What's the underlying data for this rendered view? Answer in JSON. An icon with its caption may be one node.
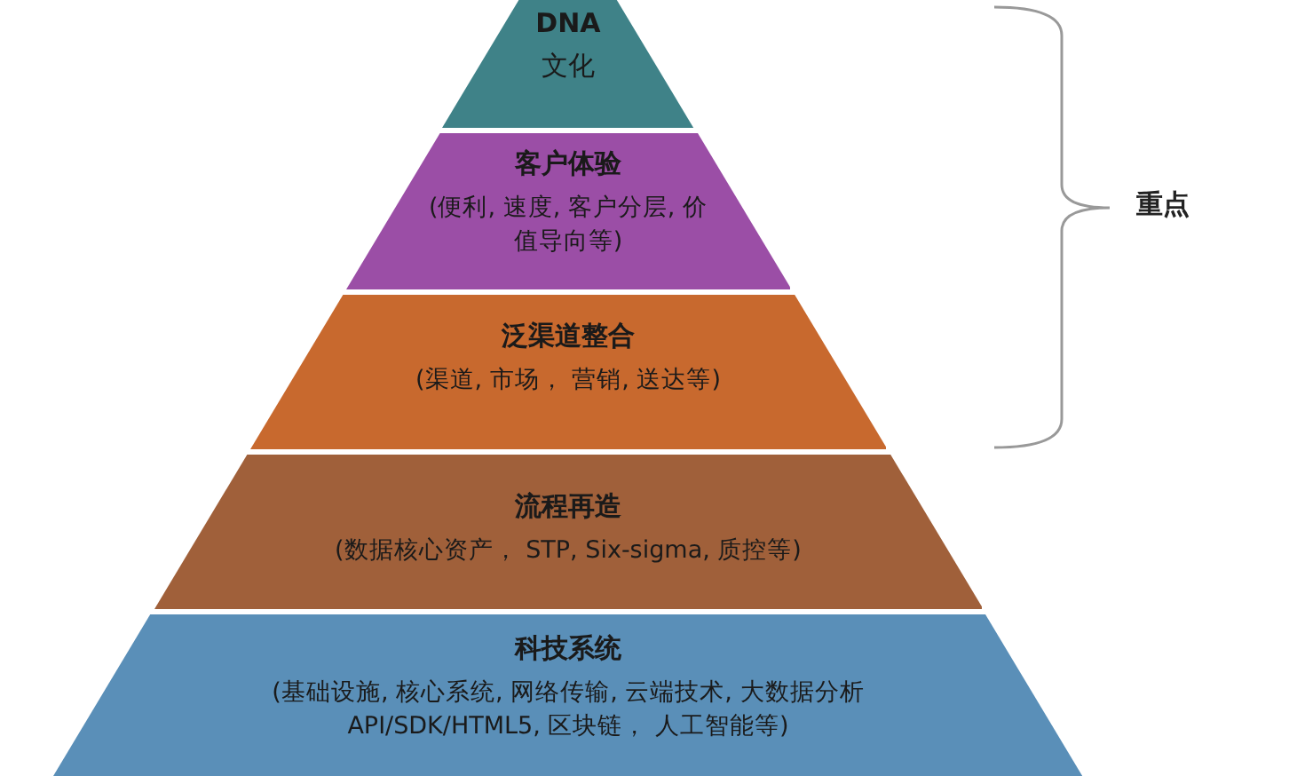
{
  "diagram": {
    "nodes": [
      {
        "text": [
          "DNA",
          "文化"
        ]
      },
      {
        "text": [
          "客户体验",
          "(便利, 速度, 客户分层, 价值导向等)"
        ]
      },
      {
        "text": [
          "泛渠道整合",
          "(渠道, 市场， 营销, 送达等)"
        ]
      },
      {
        "text": [
          "流程再造",
          "(数据核心资产， STP, Six-sigma, 质控等)"
        ]
      },
      {
        "text": [
          "科技系统",
          "(基础设施, 核心系统, 网络传输, 云端技术, 大数据分析 API/SDK/HTML5, 区块链， 人工智能等)"
        ]
      }
    ],
    "labels": [
      "重点"
    ]
  }
}
